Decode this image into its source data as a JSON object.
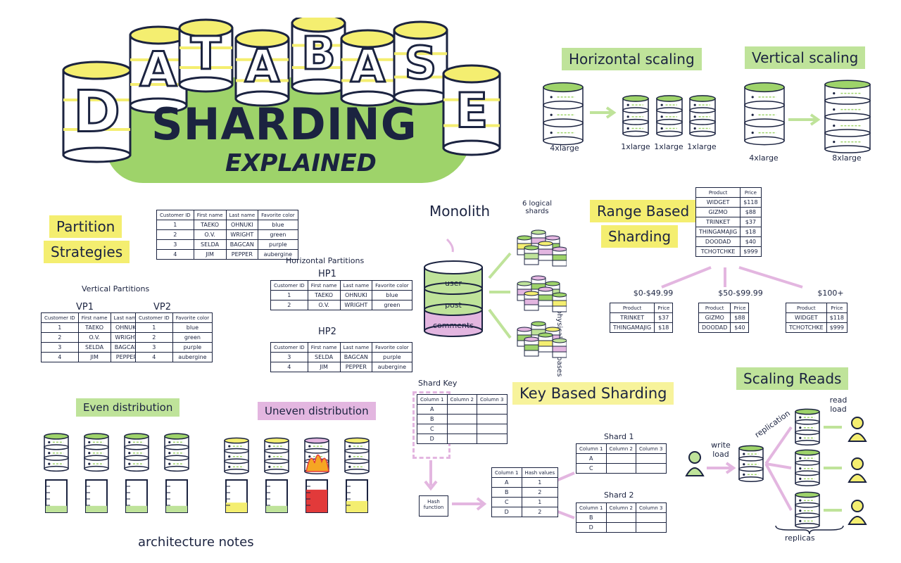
{
  "title": {
    "letters": [
      "D",
      "A",
      "T",
      "A",
      "B",
      "A",
      "S",
      "E"
    ],
    "main": "SHARDING",
    "sub": "EXPLAINED"
  },
  "colors": {
    "ink": "#1b2340",
    "green": "#9ed36a",
    "lightgreen": "#bfe39a",
    "yellow": "#f4ee70",
    "pink": "#e3b6e0",
    "red": "#e23a3a"
  },
  "horizontal": {
    "title": "Horizontal scaling",
    "big": "4xlarge",
    "small": [
      "1xlarge",
      "1xlarge",
      "1xlarge"
    ]
  },
  "vertical": {
    "title": "Vertical scaling",
    "from": "4xlarge",
    "to": "8xlarge"
  },
  "partition": {
    "title_line1": "Partition",
    "title_line2": "Strategies",
    "headers": [
      "Customer ID",
      "First name",
      "Last name",
      "Favorite color"
    ],
    "rows": [
      [
        "1",
        "TAEKO",
        "OHNUKI",
        "blue"
      ],
      [
        "2",
        "O.V.",
        "WRIGHT",
        "green"
      ],
      [
        "3",
        "SELDA",
        "BAGCAN",
        "purple"
      ],
      [
        "4",
        "JIM",
        "PEPPER",
        "aubergine"
      ]
    ],
    "vertical_label": "Vertical Partitions",
    "vp1": "VP1",
    "vp2": "VP2",
    "horizontal_label": "Horizontal Partitions",
    "hp1": "HP1",
    "hp2": "HP2"
  },
  "monolith": {
    "title": "Monolith",
    "tables": [
      "user",
      "post",
      "comments"
    ],
    "logical": "6 logical shards",
    "physical": "3 physical databases"
  },
  "range": {
    "title_line1": "Range Based",
    "title_line2": "Sharding",
    "headers": [
      "Product",
      "Price"
    ],
    "rows": [
      [
        "WIDGET",
        "$118"
      ],
      [
        "GIZMO",
        "$88"
      ],
      [
        "TRINKET",
        "$37"
      ],
      [
        "THINGAMAJIG",
        "$18"
      ],
      [
        "DOODAD",
        "$40"
      ],
      [
        "TCHOTCHKE",
        "$999"
      ]
    ],
    "ranges": [
      "$0-$49.99",
      "$50-$99.99",
      "$100+"
    ],
    "shards": [
      [
        [
          "TRINKET",
          "$37"
        ],
        [
          "THINGAMAJIG",
          "$18"
        ]
      ],
      [
        [
          "GIZMO",
          "$88"
        ],
        [
          "DOODAD",
          "$40"
        ]
      ],
      [
        [
          "WIDGET",
          "$118"
        ],
        [
          "TCHOTCHKE",
          "$999"
        ]
      ]
    ]
  },
  "even": {
    "title": "Even distribution",
    "levels": [
      0.2,
      0.2,
      0.2,
      0.2
    ]
  },
  "uneven": {
    "title": "Uneven distribution",
    "levels": [
      0.3,
      0.2,
      0.7,
      0.35
    ]
  },
  "key": {
    "title": "Key Based Sharding",
    "shard_key": "Shard Key",
    "cols": [
      "Column 1",
      "Column 2",
      "Column 3"
    ],
    "keys": [
      "A",
      "B",
      "C",
      "D"
    ],
    "hash_fn": "Hash function",
    "hash_cols": [
      "Column 1",
      "Hash values"
    ],
    "hash_rows": [
      [
        "A",
        "1"
      ],
      [
        "B",
        "2"
      ],
      [
        "C",
        "1"
      ],
      [
        "D",
        "2"
      ]
    ],
    "shard1": "Shard 1",
    "shard1_rows": [
      "A",
      "C"
    ],
    "shard2": "Shard 2",
    "shard2_rows": [
      "B",
      "D"
    ]
  },
  "reads": {
    "title": "Scaling Reads",
    "write": "write load",
    "replication": "replication",
    "read": "read load",
    "replicas": "replicas"
  },
  "footer": "architecture notes"
}
